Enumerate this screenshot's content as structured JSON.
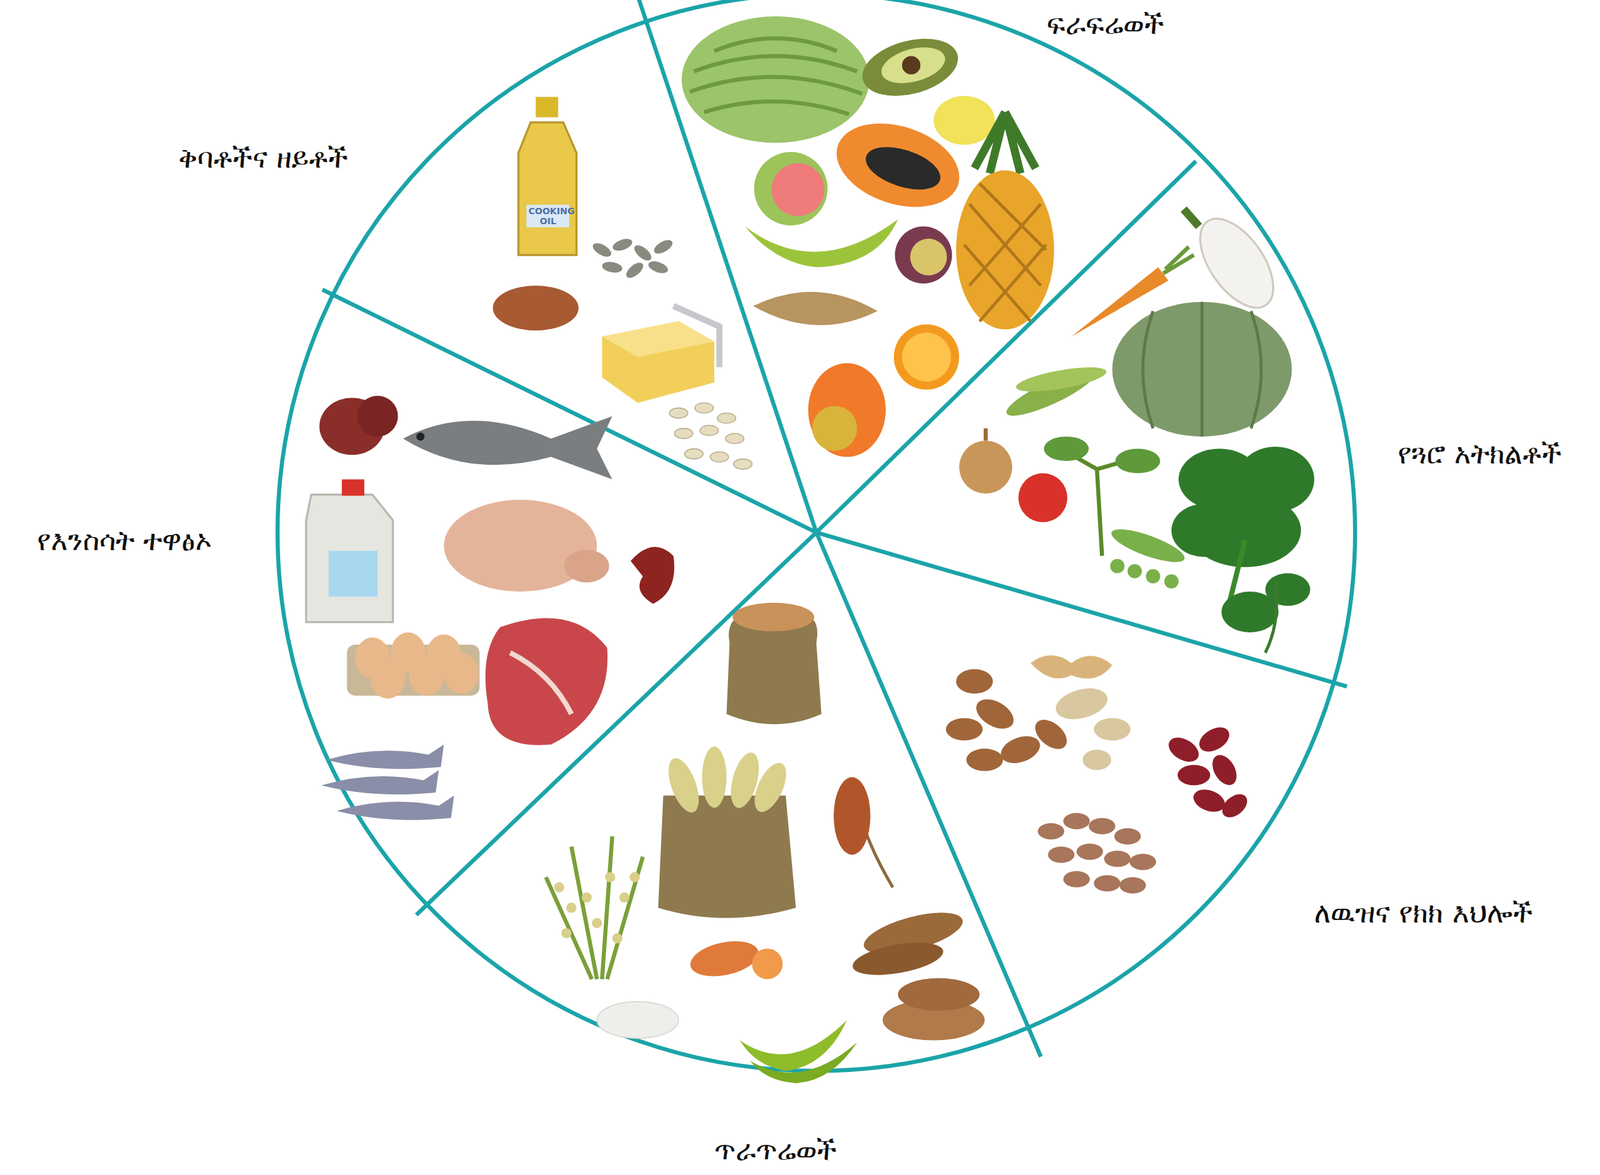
{
  "diagram": {
    "labels": [
      "ፍራፍሬወች",
      "ቅባቶችና ዘይቶች",
      "COOKING OIL",
      "የጓሮ አትክልቶች",
      "የእንስሳት ተዋፅኦ",
      "ለዉዝና የክክ እህሎች",
      "ጥራጥሬወች"
    ]
  }
}
